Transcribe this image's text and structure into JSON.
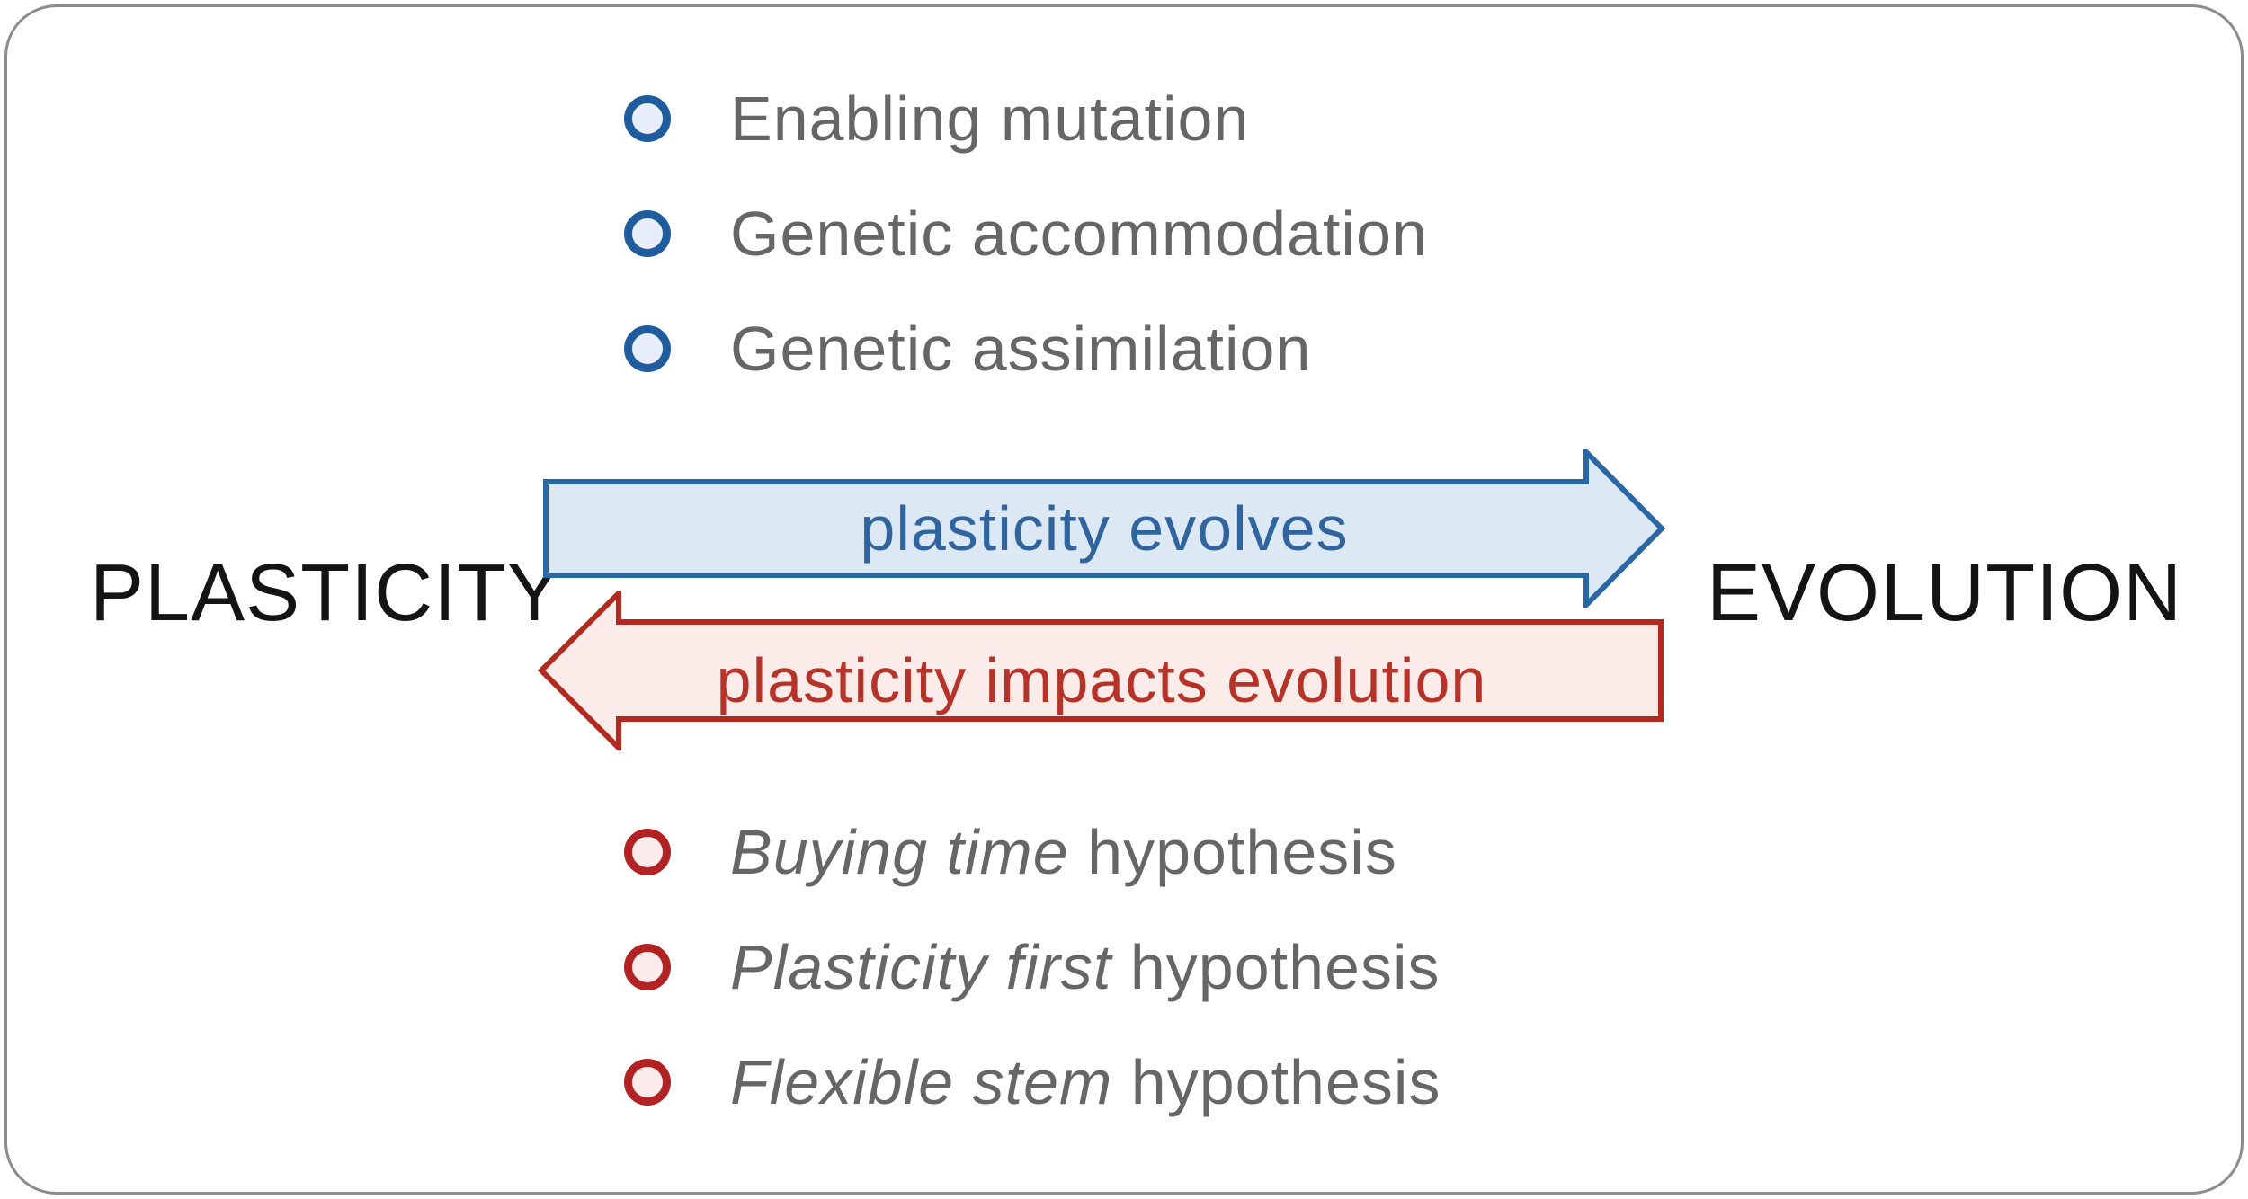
{
  "title_left": "PLASTICITY",
  "title_right": "EVOLUTION",
  "top_list": {
    "items": [
      "Enabling mutation",
      "Genetic accommodation",
      "Genetic assimilation"
    ]
  },
  "arrow_forward": {
    "label": "plasticity evolves",
    "direction": "right"
  },
  "arrow_back": {
    "label": "plasticity impacts evolution",
    "direction": "left"
  },
  "bottom_list": {
    "items": [
      {
        "italic": "Buying time",
        "regular": " hypothesis"
      },
      {
        "italic": "Plasticity first",
        "regular": " hypothesis"
      },
      {
        "italic": "Flexible stem",
        "regular": " hypothesis"
      }
    ]
  },
  "colors": {
    "blue_accent": "#2a67a5",
    "blue_fill": "#dde8f5",
    "blue_text": "#30649e",
    "blue_bullet": "#1e5c9e",
    "blue_bullet_fill": "#e8effa",
    "red_accent": "#b3291f",
    "red_fill": "#fbecea",
    "red_text": "#b6332a",
    "red_bullet": "#b32222",
    "red_bullet_fill": "#fcebeb",
    "list_text": "#666666",
    "title_text": "#141414",
    "frame_border": "#8c8c8c",
    "background": "#ffffff"
  }
}
